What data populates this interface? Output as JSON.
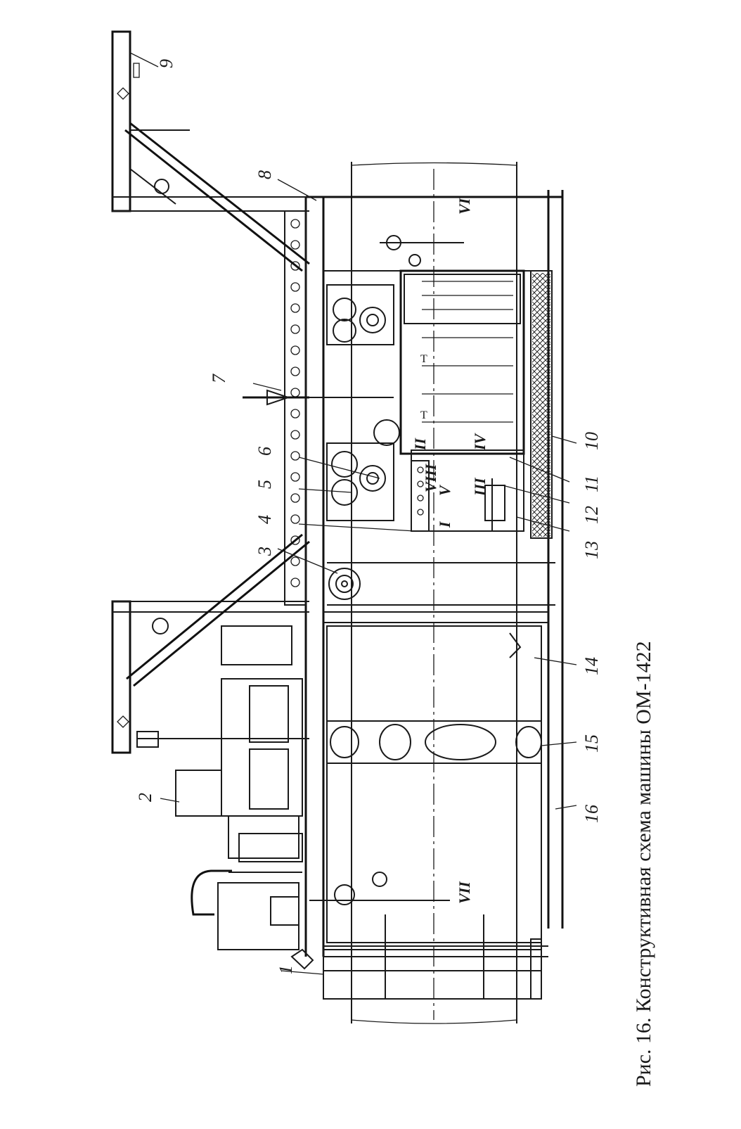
{
  "figure": {
    "caption": "Рис. 16. Конструктивная схема машины ОМ-1422",
    "orientation": "rotated-90-counterclockwise"
  },
  "callouts": [
    "1",
    "2",
    "3",
    "4",
    "5",
    "6",
    "7",
    "8",
    "9",
    "10",
    "11",
    "12",
    "13",
    "14",
    "15",
    "16"
  ],
  "controls": [
    "I",
    "II",
    "III",
    "IV",
    "V",
    "VI",
    "VII",
    "VIII"
  ],
  "colors": {
    "ink": "#1a1a1a",
    "paper": "#ffffff"
  }
}
